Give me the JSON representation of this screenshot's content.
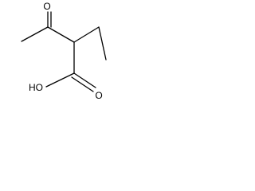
{
  "molecule": {
    "atoms": {
      "ketone_oxygen": "O",
      "hydroxyl": "HO",
      "carbonyl_oxygen": "O"
    },
    "colors": {
      "bond": "#000000",
      "label": "#000000",
      "background": "#ffffff"
    }
  }
}
